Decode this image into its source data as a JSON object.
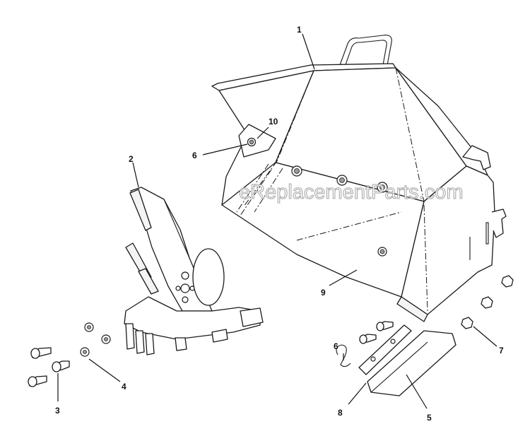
{
  "watermark": "eReplacementParts.com",
  "callouts": {
    "c1": "1",
    "c2": "2",
    "c3": "3",
    "c4": "4",
    "c5": "5",
    "c6a": "6",
    "c6b": "6",
    "c7": "7",
    "c8": "8",
    "c9": "9",
    "c10": "10"
  }
}
